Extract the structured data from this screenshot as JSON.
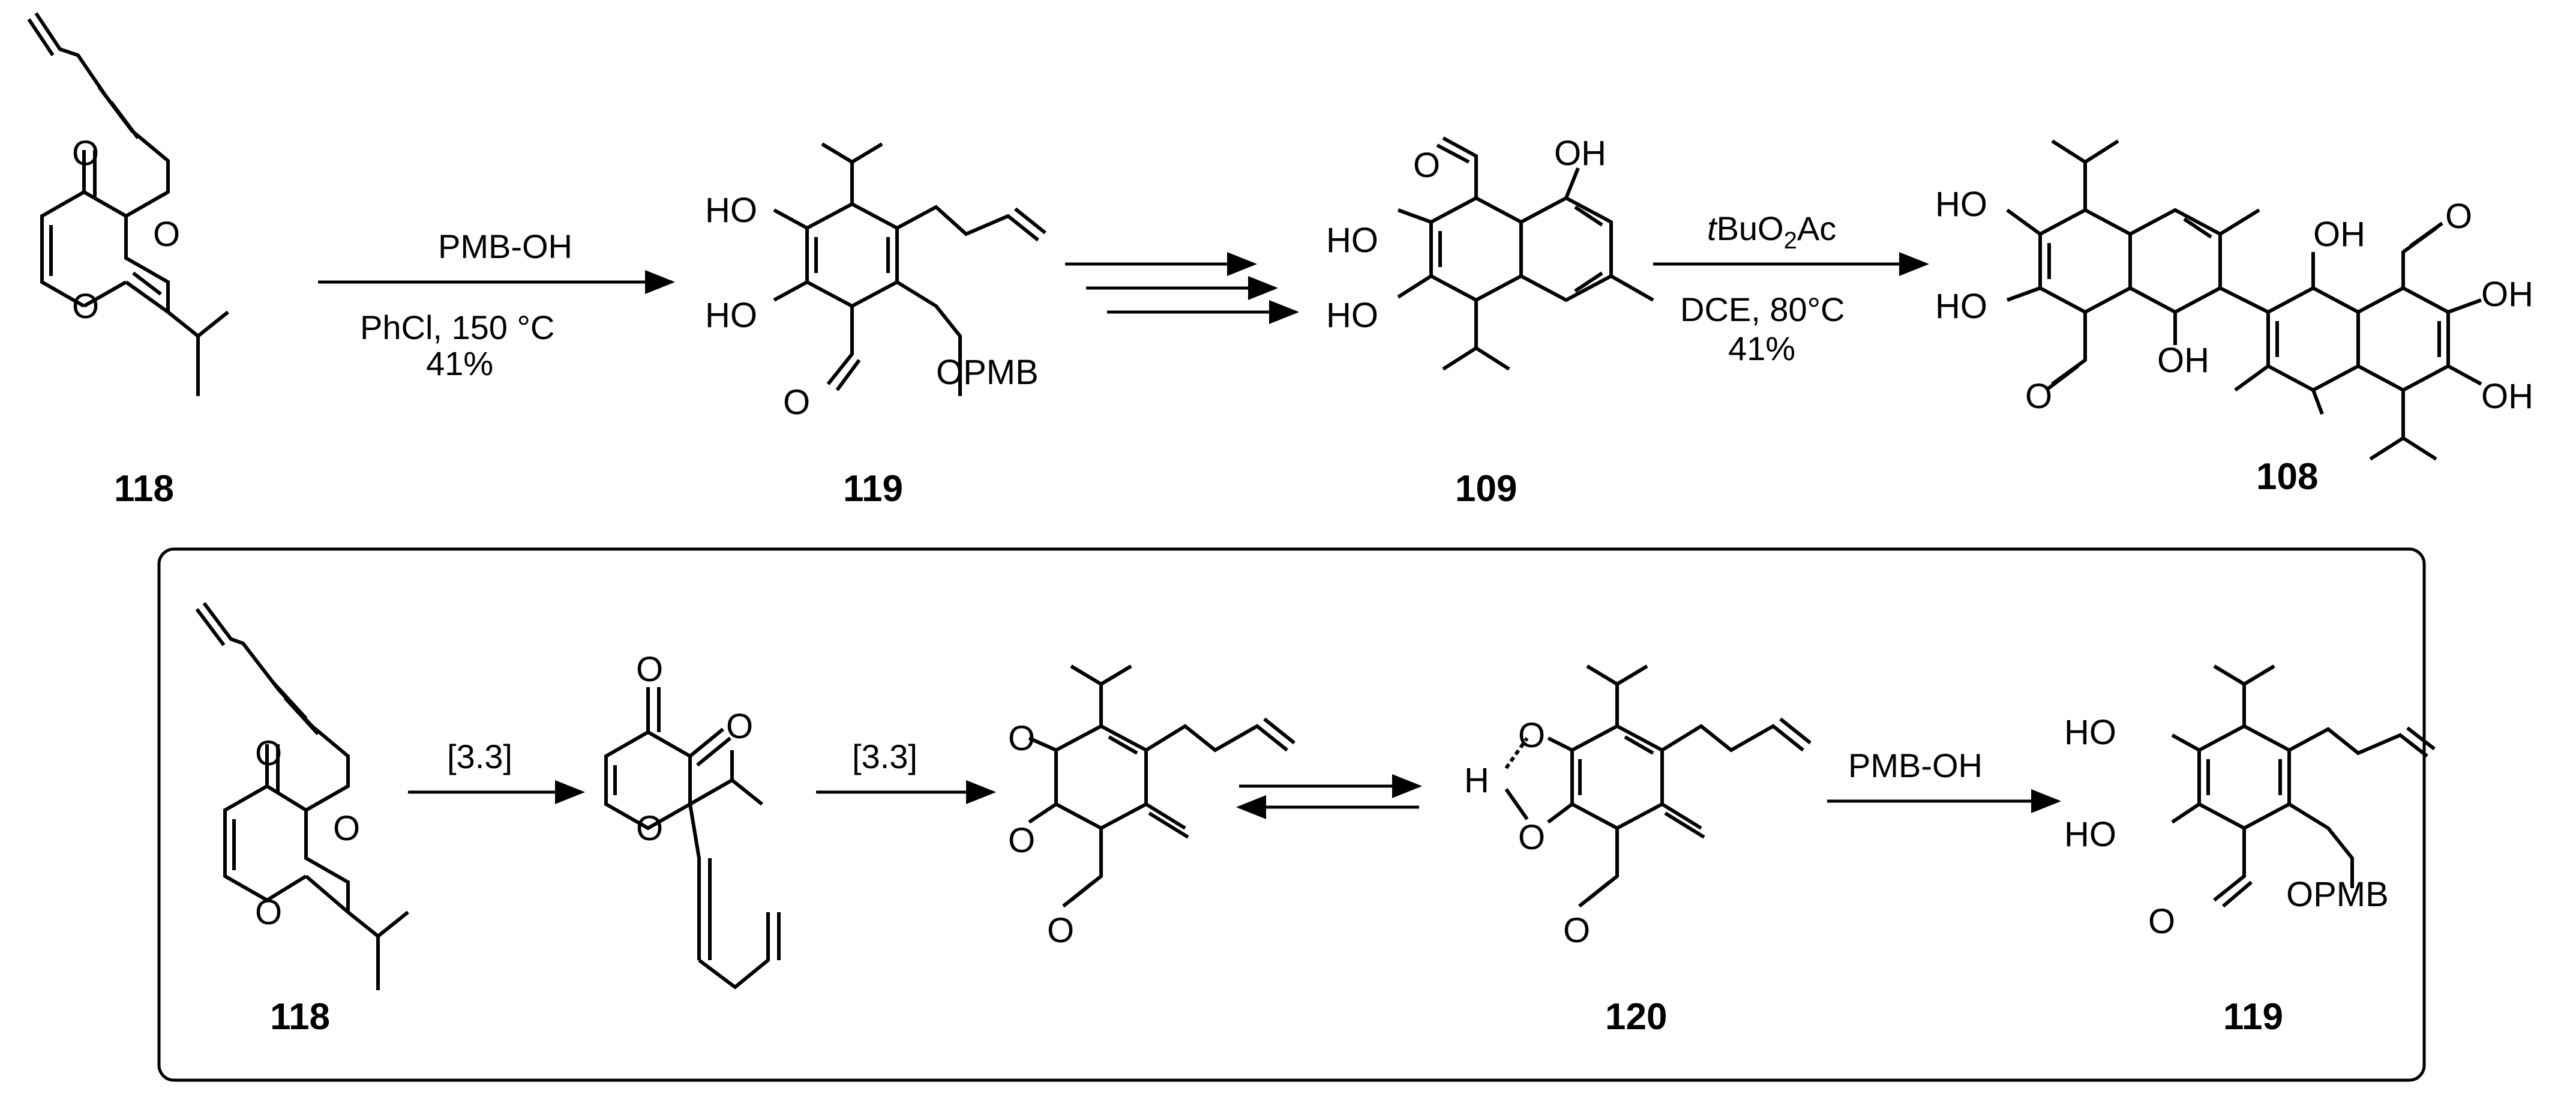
{
  "compounds": {
    "c118": "118",
    "c119": "119",
    "c109": "109",
    "c108": "108",
    "c120": "120"
  },
  "atoms": {
    "O": "O",
    "OH": "OH",
    "HO": "HO",
    "OPMB": "OPMB",
    "H": "H"
  },
  "conditions": {
    "step1_reagent": "PMB-OH",
    "step1_conditions": "PhCl, 150 °C",
    "step1_yield": "41%",
    "step3_reagent_italic": "t",
    "step3_reagent_main": "BuO",
    "step3_reagent_sub": "2",
    "step3_reagent_end": "Ac",
    "step3_conditions": "DCE, 80°C",
    "step3_yield": "41%",
    "mech_step1": "[3.3]",
    "mech_step2": "[3.3]",
    "mech_step4": "PMB-OH"
  }
}
